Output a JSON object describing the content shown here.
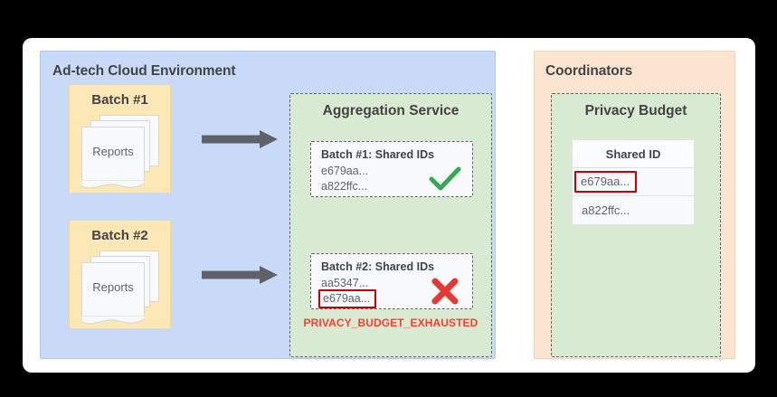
{
  "diagram": {
    "adtech_panel": {
      "title": "Ad-tech Cloud Environment",
      "bg_color": "#c9daf8",
      "batches": [
        {
          "label": "Batch #1",
          "doc_label": "Reports"
        },
        {
          "label": "Batch #2",
          "doc_label": "Reports"
        }
      ],
      "aggregation_service": {
        "title": "Aggregation Service",
        "bg_color": "#d9ead3",
        "cards": [
          {
            "title": "Batch #1: Shared IDs",
            "ids": [
              "e679aa...",
              "a822ffc..."
            ],
            "highlighted_id": null,
            "status_icon": "check-icon",
            "status_color": "#34a853"
          },
          {
            "title": "Batch #2: Shared IDs",
            "ids": [
              "aa5347...",
              "e679aa..."
            ],
            "highlighted_id": "e679aa...",
            "status_icon": "cross-icon",
            "status_color": "#e53935"
          }
        ],
        "error_message": "PRIVACY_BUDGET_EXHAUSTED",
        "error_color": "#ff3b30"
      }
    },
    "coordinators_panel": {
      "title": "Coordinators",
      "bg_color": "#fce5d0",
      "privacy_budget": {
        "title": "Privacy Budget",
        "bg_color": "#d9ead3",
        "table": {
          "header": "Shared ID",
          "rows": [
            {
              "value": "e679aa...",
              "highlighted": true
            },
            {
              "value": "a822ffc...",
              "highlighted": false
            }
          ]
        }
      }
    },
    "arrows": [
      {
        "name": "arrow-batch1-to-aggregation",
        "color": "#5f6368"
      },
      {
        "name": "arrow-batch2-to-aggregation",
        "color": "#5f6368"
      }
    ]
  }
}
